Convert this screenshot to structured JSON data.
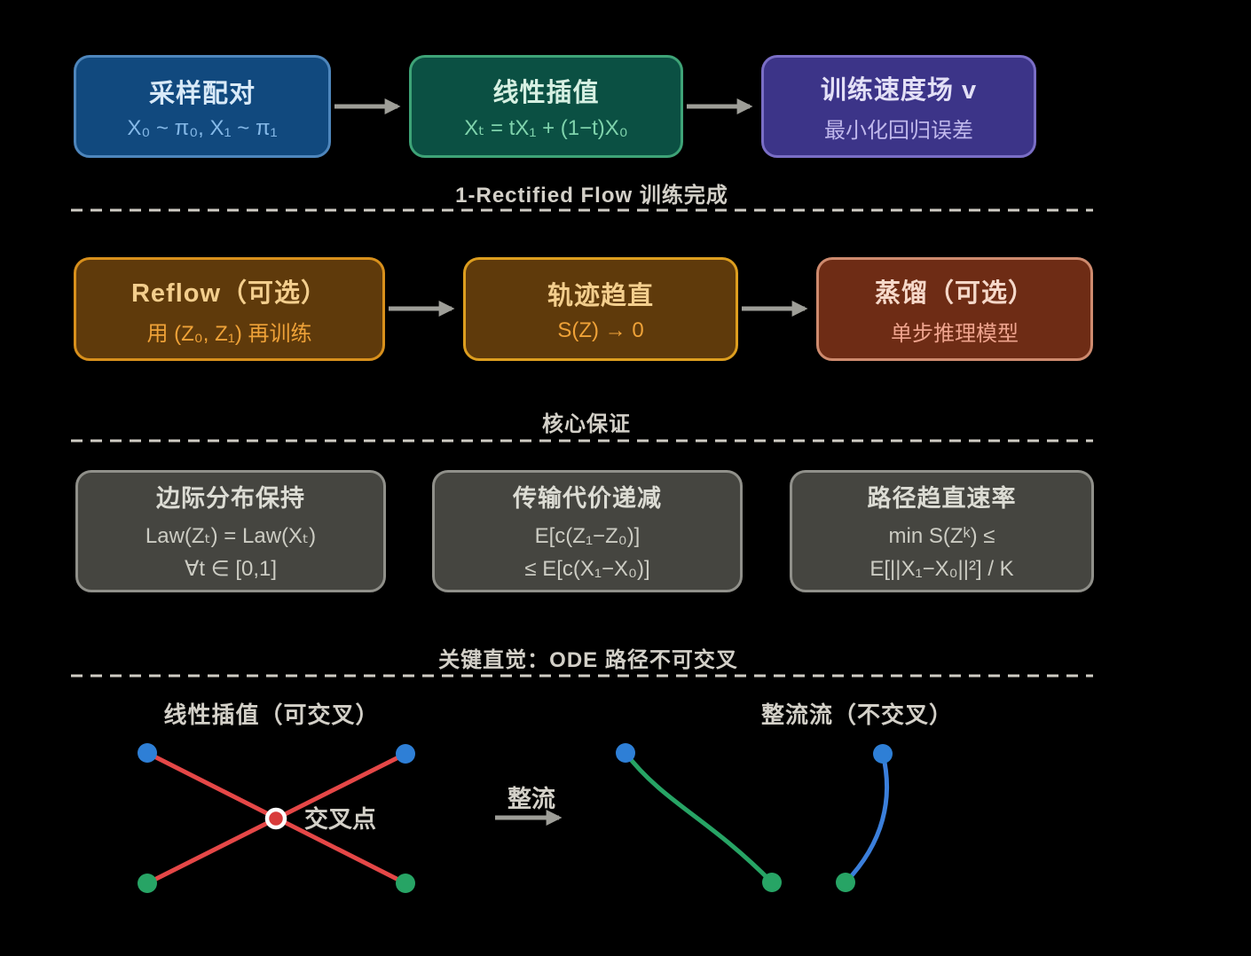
{
  "colors": {
    "background": "#000000",
    "arrow": "#9E9E98",
    "dashed_divider": "#CFCCC4",
    "cross_line_red": "#E54747",
    "cross_dot_red": "#D83B3B",
    "dot_blue": "#2E7FD6",
    "dot_green": "#27A465",
    "curve_green": "#27A465",
    "curve_blue": "#3B7FDB",
    "box_blue": "#11497E",
    "box_green": "#0B5043",
    "box_purple": "#3C3488",
    "box_brown": "#5F3A0B",
    "box_rust": "#6E2C15",
    "box_gray": "#454540"
  },
  "stage1": {
    "boxes": [
      {
        "title": "采样配对",
        "subtitle": "X₀ ~ π₀, X₁ ~ π₁"
      },
      {
        "title": "线性插值",
        "subtitle": "Xₜ = tX₁ + (1−t)X₀"
      },
      {
        "title": "训练速度场 v",
        "subtitle": "最小化回归误差"
      }
    ],
    "caption": "1-Rectified Flow 训练完成"
  },
  "stage2": {
    "boxes": [
      {
        "title": "Reflow（可选）",
        "subtitle": "用 (Z₀, Z₁) 再训练"
      },
      {
        "title": "轨迹趋直",
        "subtitle": "S(Z) → 0"
      },
      {
        "title": "蒸馏（可选）",
        "subtitle": "单步推理模型"
      }
    ],
    "caption": "核心保证"
  },
  "guarantees": {
    "boxes": [
      {
        "title": "边际分布保持",
        "line1": "Law(Zₜ) = Law(Xₜ)",
        "line2": "∀t ∈ [0,1]"
      },
      {
        "title": "传输代价递减",
        "line1": "E[c(Z₁−Z₀)]",
        "line2": "≤ E[c(X₁−X₀)]"
      },
      {
        "title": "路径趋直速率",
        "line1": "min S(Zᵏ) ≤",
        "line2": "E[||X₁−X₀||²] / K"
      }
    ],
    "caption": "关键直觉：ODE 路径不可交叉"
  },
  "intuition": {
    "left_title": "线性插值（可交叉）",
    "right_title": "整流流（不交叉）",
    "cross_label": "交叉点",
    "rectify_label": "整流"
  }
}
